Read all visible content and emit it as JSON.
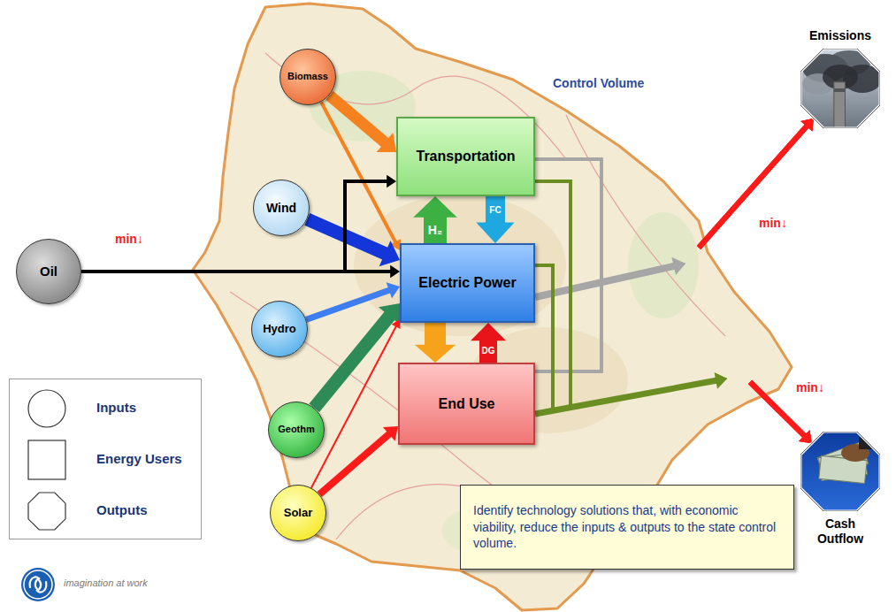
{
  "diagram": {
    "nodes": [
      {
        "text": [
          "Biomass"
        ]
      },
      {
        "text": [
          "Wind"
        ]
      },
      {
        "text": [
          "Oil"
        ]
      },
      {
        "text": [
          "Hydro"
        ]
      },
      {
        "text": [
          "Geothm"
        ]
      },
      {
        "text": [
          "Solar"
        ]
      },
      {
        "text": [
          "Transportation"
        ]
      },
      {
        "text": [
          "Electric Power"
        ]
      },
      {
        "text": [
          "End Use"
        ]
      },
      {
        "text": [
          "Emissions"
        ]
      },
      {
        "text": [
          "Cash Outflow"
        ]
      },
      {
        "text": [
          "Identify technology solutions that, with economic viability, reduce the inputs & outputs to the state control volume."
        ]
      }
    ],
    "edges": [
      {
        "from": 0,
        "to": 6,
        "arrow": "to"
      },
      {
        "from": 0,
        "to": 7,
        "arrow": "to"
      },
      {
        "from": 1,
        "to": 7,
        "arrow": "to"
      },
      {
        "from": 2,
        "to": 6,
        "arrow": "to"
      },
      {
        "from": 2,
        "to": 7,
        "label": "min↓",
        "arrow": "to"
      },
      {
        "from": 3,
        "to": 7,
        "arrow": "to"
      },
      {
        "from": 4,
        "to": 7,
        "arrow": "to"
      },
      {
        "from": 5,
        "to": 7,
        "arrow": "to"
      },
      {
        "from": 5,
        "to": 8,
        "arrow": "to"
      },
      {
        "from": 7,
        "to": 6,
        "label": "H₂",
        "arrow": "to"
      },
      {
        "from": 6,
        "to": 7,
        "label": "FC",
        "arrow": "to"
      },
      {
        "from": 7,
        "to": 8,
        "arrow": "to"
      },
      {
        "from": 8,
        "to": 7,
        "label": "DG",
        "arrow": "to"
      },
      {
        "from": 6,
        "to": 9,
        "arrow": "to"
      },
      {
        "from": 7,
        "to": 9,
        "arrow": "to"
      },
      {
        "from": 8,
        "to": 9,
        "arrow": "to"
      },
      {
        "from": 6,
        "to": 10,
        "arrow": "to"
      },
      {
        "from": 7,
        "to": 10,
        "arrow": "to"
      },
      {
        "from": 8,
        "to": 10,
        "arrow": "to"
      }
    ],
    "labels": [
      "Control Volume",
      "min↓",
      "min↓",
      "imagination at work"
    ],
    "legend": [
      {
        "text": "Inputs"
      },
      {
        "text": "Energy Users"
      },
      {
        "text": "Outputs"
      }
    ]
  }
}
